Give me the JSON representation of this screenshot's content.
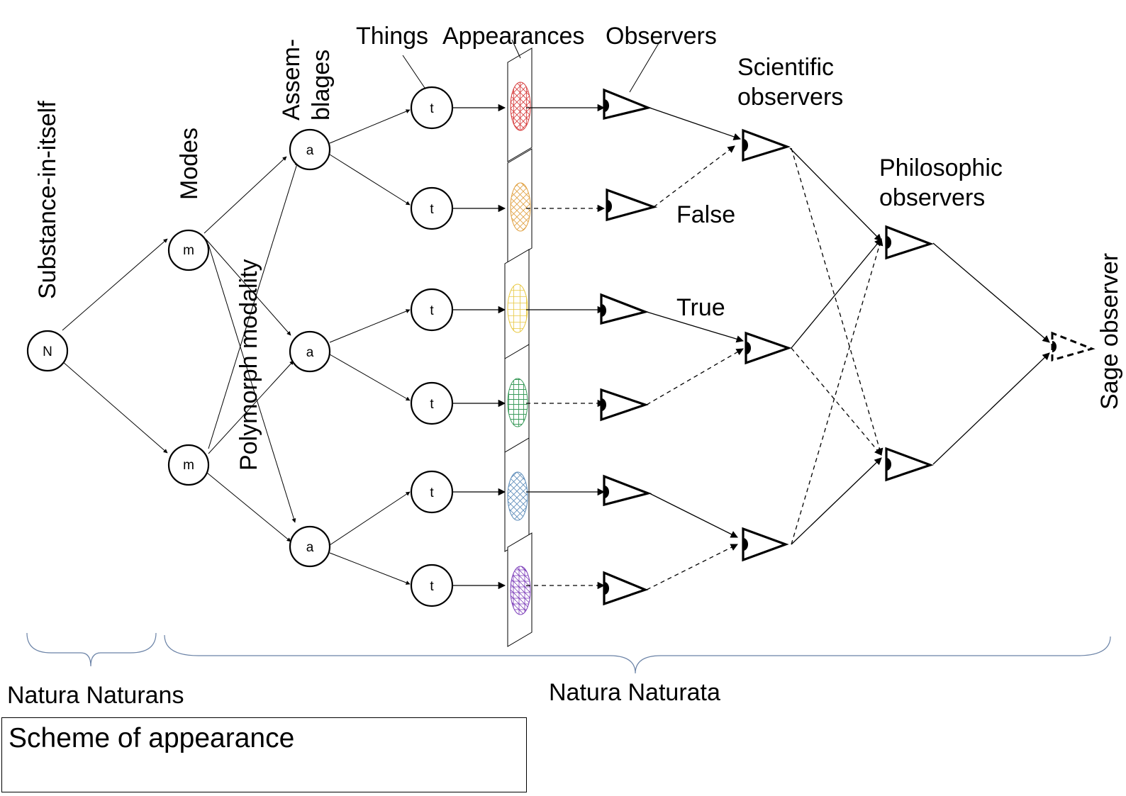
{
  "labels": {
    "substance": "Substance-in-itself",
    "modes": "Modes",
    "assemblages_1": "Assem-",
    "assemblages_2": "blages",
    "polymorph": "Polymorph modality",
    "things": "Things",
    "appearances": "Appearances",
    "observers": "Observers",
    "scientific_1": "Scientific",
    "scientific_2": "observers",
    "philosophic_1": "Philosophic",
    "philosophic_2": "observers",
    "sage": "Sage observer",
    "false": "False",
    "true": "True",
    "natura_naturans": "Natura Naturans",
    "natura_naturata": "Natura Naturata"
  },
  "nodes": {
    "n": "N",
    "m1": "m",
    "m2": "m",
    "a1": "a",
    "a2": "a",
    "a3": "a",
    "t1": "t",
    "t2": "t",
    "t3": "t",
    "t4": "t",
    "t5": "t",
    "t6": "t"
  },
  "appearance_colors": [
    "#d63b3b",
    "#e0a040",
    "#e8c840",
    "#3a9a5a",
    "#5a8ab8",
    "#7a3ab8"
  ],
  "caption": "Scheme of appearance",
  "icons": {
    "observer": "eye-icon",
    "sage": "dashed-eye-icon"
  }
}
